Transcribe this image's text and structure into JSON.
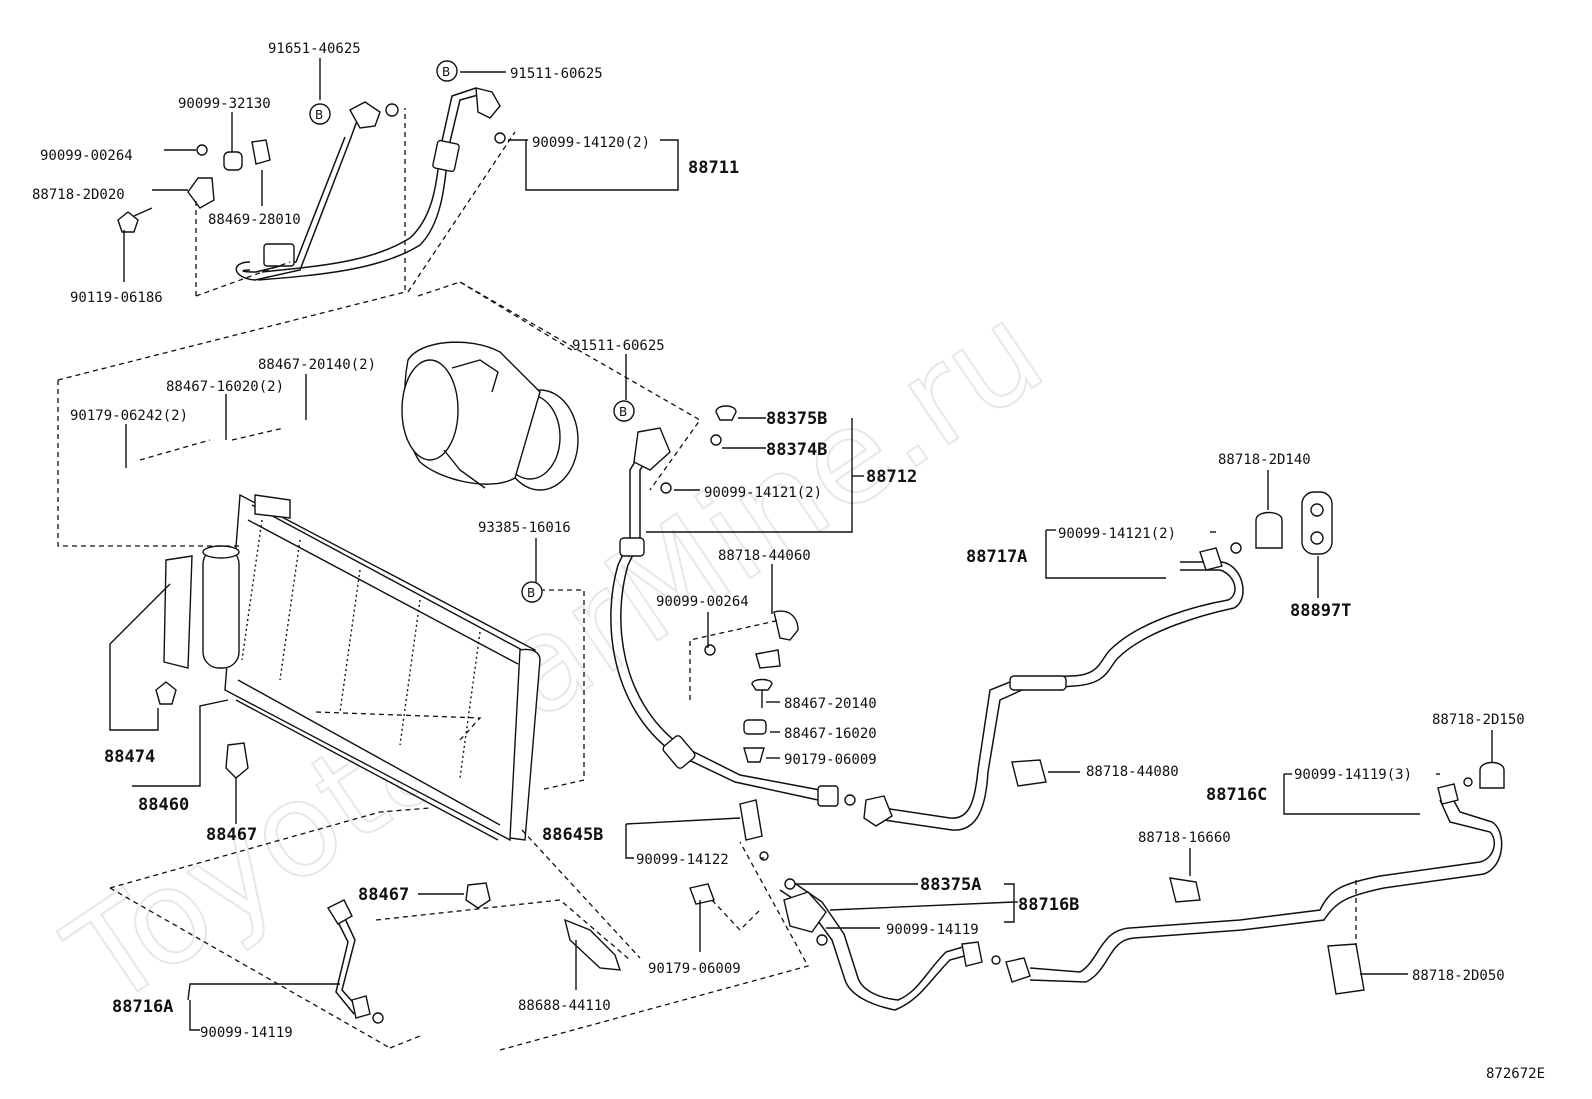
{
  "watermark": "ToyotaCarMine.ru",
  "figure_code": "872672E",
  "callouts": {
    "p91651_40625": "91651-40625",
    "p90099_32130": "90099-32130",
    "p90099_00264_a": "90099-00264",
    "p88718_2D020": "88718-2D020",
    "p88469_28010": "88469-28010",
    "p90119_06186": "90119-06186",
    "p91511_60625_top": "91511-60625",
    "p90099_14120": "90099-14120(2)",
    "p88711": "88711",
    "p88467_20140_2": "88467-20140(2)",
    "p88467_16020_2": "88467-16020(2)",
    "p90179_06242_2": "90179-06242(2)",
    "p91511_60625_mid": "91511-60625",
    "p88375B": "88375B",
    "p88374B": "88374B",
    "p88712": "88712",
    "p90099_14121_2_a": "90099-14121(2)",
    "p93385_16016": "93385-16016",
    "p88718_44060": "88718-44060",
    "p90099_00264_b": "90099-00264",
    "p88467_20140": "88467-20140",
    "p88467_16020": "88467-16020",
    "p90179_06009_a": "90179-06009",
    "p88718_2D140": "88718-2D140",
    "p88717A": "88717A",
    "p90099_14121_2_b": "90099-14121(2)",
    "p88897T": "88897T",
    "p88474": "88474",
    "p88460": "88460",
    "p88467_a": "88467",
    "p88718_44080": "88718-44080",
    "p88718_2D150": "88718-2D150",
    "p88716C": "88716C",
    "p90099_14119_3": "90099-14119(3)",
    "p88645B": "88645B",
    "p90099_14122": "90099-14122",
    "p88718_16660": "88718-16660",
    "p88375A": "88375A",
    "p88716B": "88716B",
    "p90099_14119_a": "90099-14119",
    "p88467_b": "88467",
    "p90179_06009_b": "90179-06009",
    "p88688_44110": "88688-44110",
    "p88716A": "88716A",
    "p90099_14119_b": "90099-14119",
    "p88718_2D050": "88718-2D050",
    "circle_b": "B"
  }
}
